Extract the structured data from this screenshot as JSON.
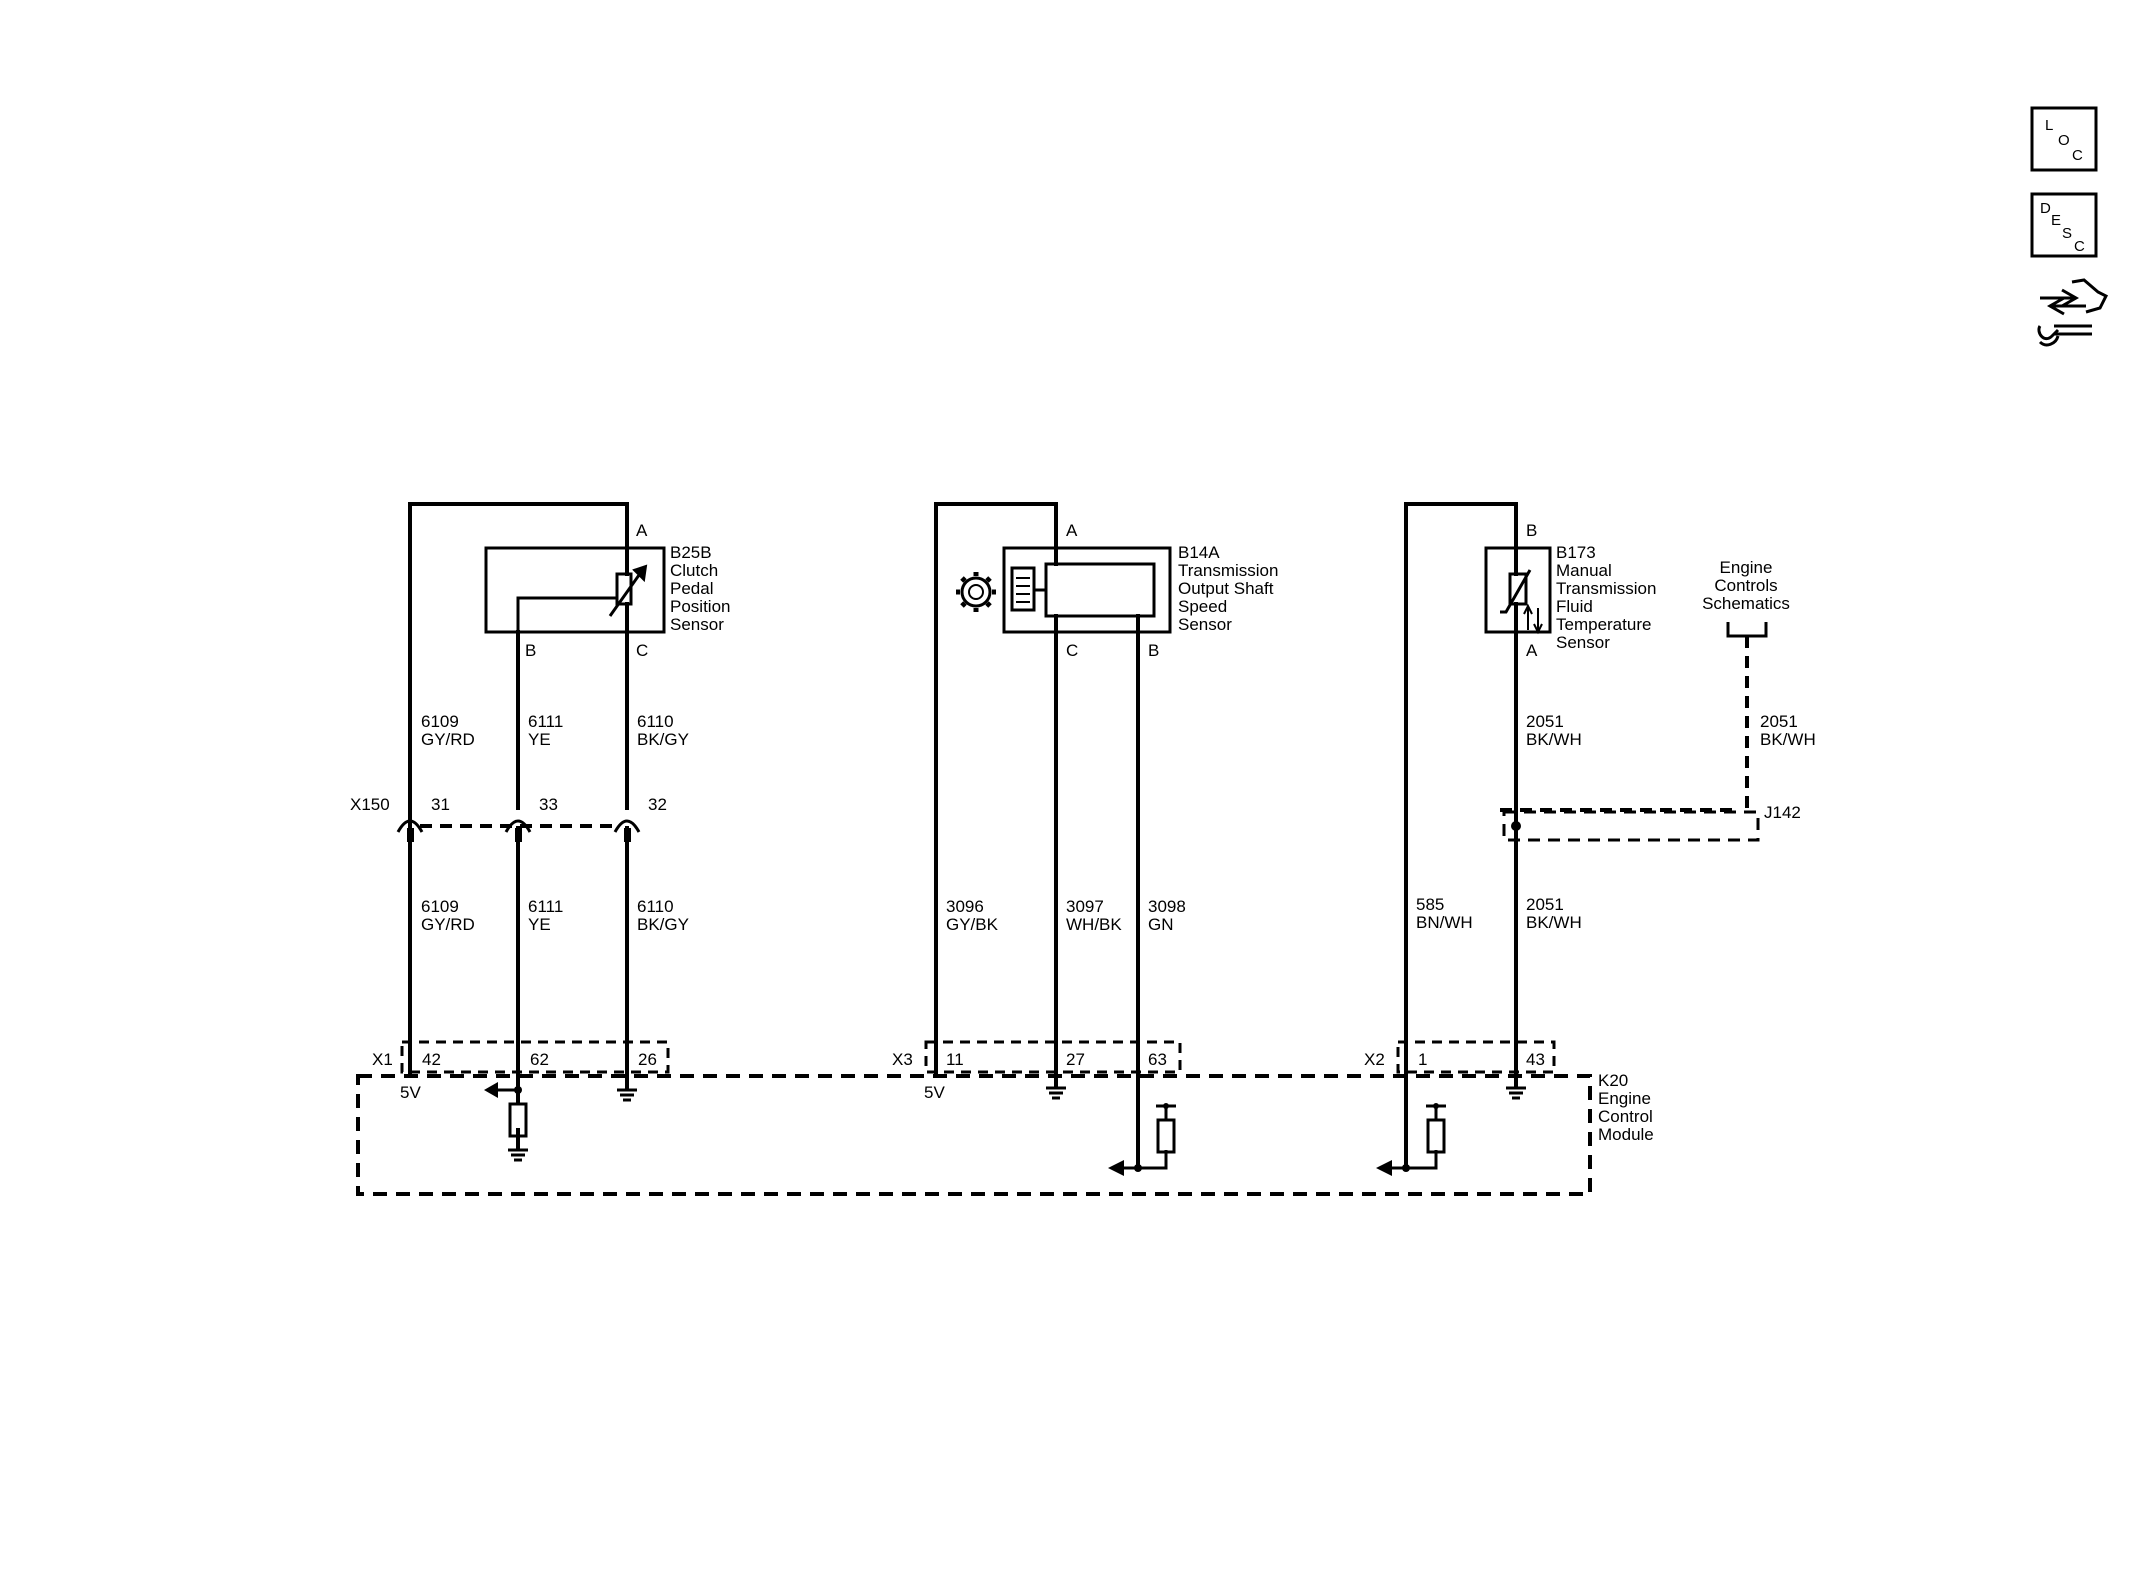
{
  "nav_icons": {
    "loc": {
      "l1": "L",
      "l2": "O",
      "l3": "C"
    },
    "desc": {
      "l1": "D",
      "l2": "E",
      "l3": "S",
      "l4": "C"
    }
  },
  "components": {
    "b25b": {
      "id": "B25B",
      "lines": [
        "Clutch",
        "Pedal",
        "Position",
        "Sensor"
      ],
      "pins": {
        "a": "A",
        "b": "B",
        "c": "C"
      }
    },
    "b14a": {
      "id": "B14A",
      "lines": [
        "Transmission",
        "Output Shaft",
        "Speed",
        "Sensor"
      ],
      "pins": {
        "a": "A",
        "c": "C",
        "b": "B"
      }
    },
    "b173": {
      "id": "B173",
      "lines": [
        "Manual",
        "Transmission",
        "Fluid",
        "Temperature",
        "Sensor"
      ],
      "pins": {
        "b": "B",
        "a": "A"
      }
    },
    "engine_ref": {
      "lines": [
        "Engine",
        "Controls",
        "Schematics"
      ]
    },
    "k20": {
      "id": "K20",
      "lines": [
        "Engine",
        "Control",
        "Module"
      ]
    }
  },
  "connectors": {
    "x150": {
      "name": "X150",
      "pins": [
        "31",
        "33",
        "32"
      ]
    },
    "j142": {
      "name": "J142"
    },
    "x1": {
      "name": "X1",
      "pins": [
        "42",
        "62",
        "26"
      ]
    },
    "x3": {
      "name": "X3",
      "pins": [
        "11",
        "27",
        "63"
      ]
    },
    "x2": {
      "name": "X2",
      "pins": [
        "1",
        "43"
      ]
    }
  },
  "wires": {
    "w6109_top": {
      "circuit": "6109",
      "color": "GY/RD"
    },
    "w6111_top": {
      "circuit": "6111",
      "color": "YE"
    },
    "w6110_top": {
      "circuit": "6110",
      "color": "BK/GY"
    },
    "w6109_bot": {
      "circuit": "6109",
      "color": "GY/RD"
    },
    "w6111_bot": {
      "circuit": "6111",
      "color": "YE"
    },
    "w6110_bot": {
      "circuit": "6110",
      "color": "BK/GY"
    },
    "w3096": {
      "circuit": "3096",
      "color": "GY/BK"
    },
    "w3097": {
      "circuit": "3097",
      "color": "WH/BK"
    },
    "w3098": {
      "circuit": "3098",
      "color": "GN"
    },
    "w2051_top": {
      "circuit": "2051",
      "color": "BK/WH"
    },
    "w2051_ref": {
      "circuit": "2051",
      "color": "BK/WH"
    },
    "w585": {
      "circuit": "585",
      "color": "BN/WH"
    },
    "w2051_bot": {
      "circuit": "2051",
      "color": "BK/WH"
    }
  },
  "ecm_labels": {
    "x1_5v": "5V",
    "x3_5v": "5V"
  }
}
